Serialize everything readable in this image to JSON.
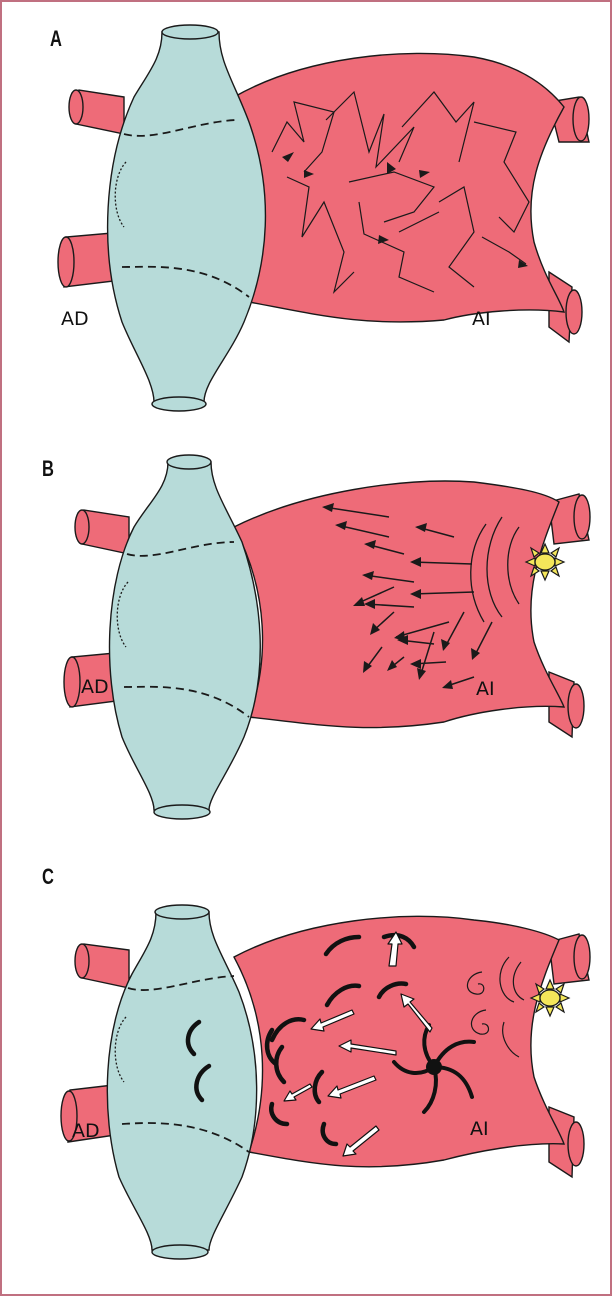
{
  "panels": [
    {
      "letter": "A",
      "right_atrium_label": "AD",
      "left_atrium_label": "AI"
    },
    {
      "letter": "B",
      "right_atrium_label": "AD",
      "left_atrium_label": "AI"
    },
    {
      "letter": "C",
      "right_atrium_label": "AD",
      "left_atrium_label": "AI"
    }
  ],
  "colors": {
    "left_atrium": "#ee6b78",
    "right_atrium": "#b7dbd9",
    "outline": "#1a1a1a",
    "focus_source": "#f4e65a",
    "frame": "#c07080"
  }
}
